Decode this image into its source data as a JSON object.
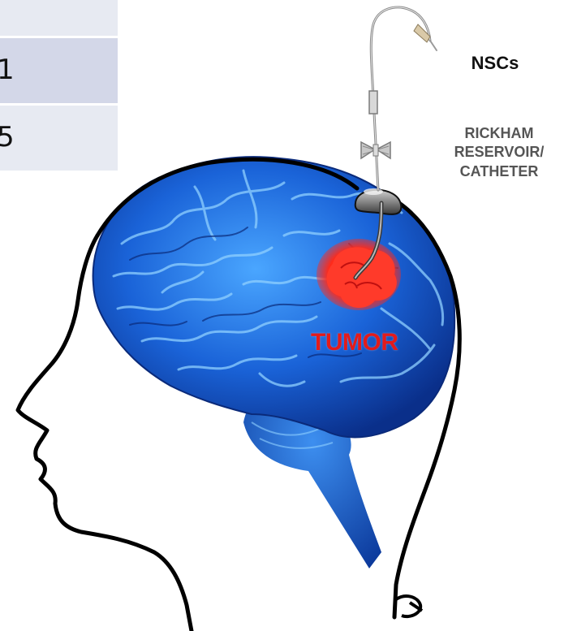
{
  "table_fragment": {
    "rows": [
      {
        "text": "",
        "color": "#e7eaf2"
      },
      {
        "text": "1",
        "color": "#d3d7e8"
      },
      {
        "text": "5",
        "color": "#e7eaf2"
      }
    ]
  },
  "labels": {
    "nscs": "NSCs",
    "rickham_line1": "RICKHAM",
    "rickham_line2": "RESERVOIR/",
    "rickham_line3": "CATHETER",
    "tumor": "TUMOR"
  },
  "colors": {
    "brain_blue": "#1a63d8",
    "brain_highlight": "#7fc6ff",
    "tumor_red": "#e31b1b",
    "rickham_text": "#555555",
    "outline": "#000000"
  }
}
